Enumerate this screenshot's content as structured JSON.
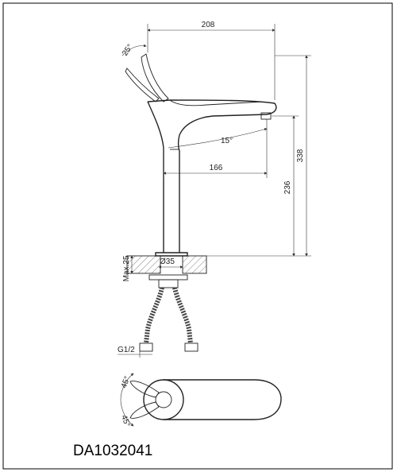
{
  "drawing": {
    "model_code": "DA1032041",
    "dims": {
      "spout_reach": "208",
      "lever_angle": "25°",
      "spout_angle": "15°",
      "outlet_reach": "166",
      "total_height": "338",
      "outlet_height": "236",
      "max_deck": "Max.25",
      "hole_diameter": "Ø35",
      "thread": "G1/2",
      "rot_angle_top": "45°",
      "rot_angle_bottom": "45°"
    }
  }
}
